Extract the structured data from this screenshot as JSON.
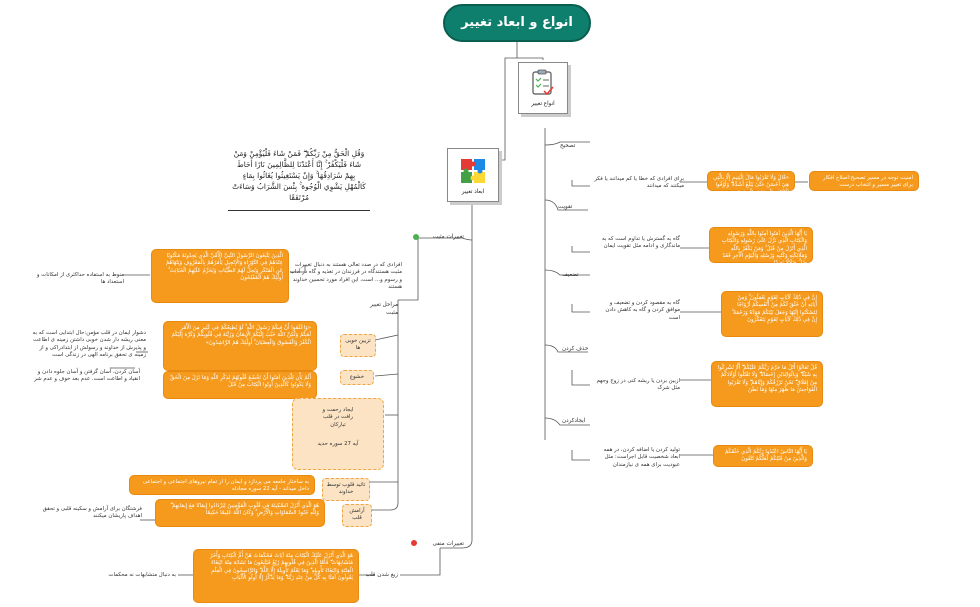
{
  "title": "انواع و ابعاد تغییر",
  "colors": {
    "title_bg": "#0e7f6d",
    "node_orange": "#f59a1c",
    "node_light": "#fbe3c3",
    "line": "#555555",
    "dot_green": "#4caf50",
    "dot_red": "#e53935"
  },
  "types_card": {
    "label": "انواع تغییر",
    "icon": "checklist-icon"
  },
  "dims_card": {
    "label": "ابعاد تغییر",
    "icon": "puzzle-icon"
  },
  "quote": "وَقُلِ الْحَقُّ مِنْ رَبِّكُمْ ۖ فَمَنْ شَاءَ فَلْيُؤْمِنْ وَمَنْ شَاءَ فَلْيَكْفُرْ ۚ إِنَّا أَعْتَدْنَا لِلظَّالِمِينَ نَارًا أَحَاطَ بِهِمْ سُرَادِقُهَا ۚ وَإِنْ يَسْتَغِيثُوا يُغَاثُوا بِمَاءٍ كَالْمُهْلِ يَشْوِي الْوُجُوهَ ۚ بِئْسَ الشَّرَابُ وَسَاءَتْ مُرْتَفَقًا",
  "types": [
    {
      "label": "تصحیح",
      "desc": "برای افرادی که خطا یا کم میدانند یا فکر میکنند که میدانند",
      "verse": "«قَالَ وَلَا تَقْرَبُوا مَالَ الْيَتِيمِ إِلَّا بِالَّتِي هِيَ أَحْسَنُ حَتَّىٰ يَبْلُغَ أَشُدَّهُ ۖ وَأَوْفُوا الْكَيْلَ وَالْمِيزَانَ بِالْقِسْطِ»",
      "note": "امنیت توجه در مسیر تصحیح:اصلاح افکار برای تغییر مسیر و انتخاب درست"
    },
    {
      "label": "تقویت",
      "desc": "گاه به گسترش یا تداوم است که به ماندگاری و ادامه مثل تقویت ایمان",
      "verse": "يَا أَيُّهَا الَّذِينَ آمَنُوا آمِنُوا بِاللَّهِ وَرَسُولِهِ وَالْكِتَابِ الَّذِي نَزَّلَ عَلَىٰ رَسُولِهِ وَالْكِتَابِ الَّذِي أَنْزَلَ مِنْ قَبْلُ ۚ وَمَنْ يَكْفُرْ بِاللَّهِ وَمَلَائِكَتِهِ وَكُتُبِهِ وَرُسُلِهِ وَالْيَوْمِ الْآخِرِ فَقَدْ ضَلَّ ضَلَالًا بَعِيدًا"
    },
    {
      "label": "تضعیف",
      "desc": "گاه به مقصود کردن و تضعیف و موافق کردن و گاه به کاهش دادن است",
      "verse": "إِنَّ فِي ذَٰلِكَ لَآيَاتٍ لِقَوْمٍ يَعْقِلُونَ ۚ وَمِنْ آيَاتِهِ أَنْ خَلَقَ لَكُمْ مِنْ أَنْفُسِكُمْ أَزْوَاجًا لِتَسْكُنُوا إِلَيْهَا وَجَعَلَ بَيْنَكُمْ مَوَدَّةً وَرَحْمَةً ۚ إِنَّ فِي ذَٰلِكَ لَآيَاتٍ لِقَوْمٍ يَتَفَكَّرُونَ"
    },
    {
      "label": "حذف کردن",
      "desc": "ازبین بردن یا ریشه کنی در زوج وجهم مثل شرک",
      "verse": "قُلْ تَعَالَوْا أَتْلُ مَا حَرَّمَ رَبُّكُمْ عَلَيْكُمْ ۖ أَلَّا تُشْرِكُوا بِهِ شَيْئًا ۖ وَبِالْوَالِدَيْنِ إِحْسَانًا ۖ وَلَا تَقْتُلُوا أَوْلَادَكُمْ مِنْ إِمْلَاقٍ ۖ نَحْنُ نَرْزُقُكُمْ وَإِيَّاهُمْ ۖ وَلَا تَقْرَبُوا الْفَوَاحِشَ مَا ظَهَرَ مِنْهَا وَمَا بَطَنَ"
    },
    {
      "label": "ایجادکردن",
      "desc": "تولید کردن یا اضافه کردن، در همه ابعاد شخصیت قابل اجراست: مثل عبودیت برای همه ی نیازمندان",
      "verse": "يَا أَيُّهَا النَّاسُ اعْبُدُوا رَبَّكُمُ الَّذِي خَلَقَكُمْ وَالَّذِينَ مِنْ قَبْلِكُمْ لَعَلَّكُمْ تَتَّقُونَ"
    }
  ],
  "positive": {
    "label": "تغییرات مثبت",
    "desc": "افرادی که در صدد تعالی هستند به دنبال تغییرات مثبت هستندگاه در فرزندان در تغذیه و گاه در آداب و رسوم و... است، این افراد مورد تحسین خداوند هستند",
    "verse": "الَّذِينَ يَتَّبِعُونَ الرَّسُولَ النَّبِيَّ الْأُمِّيَّ الَّذِي يَجِدُونَهُ مَكْتُوبًا عِنْدَهُمْ فِي التَّوْرَاةِ وَالْإِنْجِيلِ يَأْمُرُهُمْ بِالْمَعْرُوفِ وَيَنْهَاهُمْ عَنِ الْمُنْكَرِ وَيُحِلُّ لَهُمُ الطَّيِّبَاتِ وَيُحَرِّمُ عَلَيْهِمُ الْخَبَائِثَ ۚ أُولَٰئِكَ هُمُ الْمُفْلِحُونَ",
    "note": "منوط به استفاده حداکثری از امکانات و استعداد ها",
    "stages_label": "مراحل تغییر مثبت",
    "stages": [
      {
        "label": "تزیین خوبی ها",
        "verse": "«وَاعْلَمُوا أَنَّ فِيكُمْ رَسُولَ اللَّهِ ۚ لَوْ يُطِيعُكُمْ فِي كَثِيرٍ مِنَ الْأَمْرِ لَعَنِتُّمْ وَلَٰكِنَّ اللَّهَ حَبَّبَ إِلَيْكُمُ الْإِيمَانَ وَزَيَّنَهُ فِي قُلُوبِكُمْ وَكَرَّهَ إِلَيْكُمُ الْكُفْرَ وَالْفُسُوقَ وَالْعِصْيَانَ ۚ أُولَٰئِكَ هُمُ الرَّاشِدُونَ»",
        "note": "دشوار ایمان در قلب مؤمن:حال ابتدایی است که به معنی ریشه دار شدن خوبی داشتن زمینه ی اطاعت و پذیرش از خداوند و رسولش از ابتدادراکی و از زمینه ی تحقق برنامه الهی در زندگی است"
      },
      {
        "label": "خشوع",
        "verse": "أَلَمْ يَأْنِ لِلَّذِينَ آمَنُوا أَنْ تَخْشَعَ قُلُوبُهُمْ لِذِكْرِ اللَّهِ وَمَا نَزَلَ مِنَ الْحَقِّ وَلَا يَكُونُوا كَالَّذِينَ أُوتُوا الْكِتَابَ مِنْ قَبْلُ",
        "note": "آسان کردن، آسان گرفتن و آسان جلوه دادن و انقیاد و اطاعت است. عدم بعد خوف و عدم شر"
      },
      {
        "label": "ایجاد رحمت و رافت در قلب تبارکان",
        "sub": "آیه 27 سوره حدید"
      },
      {
        "label": "تائید قلوب توسط خداوند",
        "note": "به ساختار جامعه می پردازد و ایمان را از تمام نیروهای اجتماعی و اجتماعی داخل میداند - آیه 22 سوره مجادله"
      },
      {
        "label": "آرامش قلب",
        "verse": "هُوَ الَّذِي أَنْزَلَ السَّكِينَةَ فِي قُلُوبِ الْمُؤْمِنِينَ لِيَزْدَادُوا إِيمَانًا مَعَ إِيمَانِهِمْ ۗ وَلِلَّهِ جُنُودُ السَّمَاوَاتِ وَالْأَرْضِ ۚ وَكَانَ اللَّهُ عَلِيمًا حَكِيمًا",
        "note": "فرشتگان برای آرامش و سکینه قلبی و تحقق اهداف پاریشان میکنند"
      }
    ]
  },
  "negative": {
    "label": "تغییرات منفی",
    "sub_label": "زیغ شدن قلب",
    "verse": "هُوَ الَّذِي أَنْزَلَ عَلَيْكَ الْكِتَابَ مِنْهُ آيَاتٌ مُحْكَمَاتٌ هُنَّ أُمُّ الْكِتَابِ وَأُخَرُ مُتَشَابِهَاتٌ ۖ فَأَمَّا الَّذِينَ فِي قُلُوبِهِمْ زَيْغٌ فَيَتَّبِعُونَ مَا تَشَابَهَ مِنْهُ ابْتِغَاءَ الْفِتْنَةِ وَابْتِغَاءَ تَأْوِيلِهِ ۗ وَمَا يَعْلَمُ تَأْوِيلَهُ إِلَّا اللَّهُ ۗ وَالرَّاسِخُونَ فِي الْعِلْمِ يَقُولُونَ آمَنَّا بِهِ كُلٌّ مِنْ عِنْدِ رَبِّنَا ۗ وَمَا يَذَّكَّرُ إِلَّا أُولُو الْأَلْبَابِ",
    "note": "به دنبال متشابهات نه محکمات"
  }
}
